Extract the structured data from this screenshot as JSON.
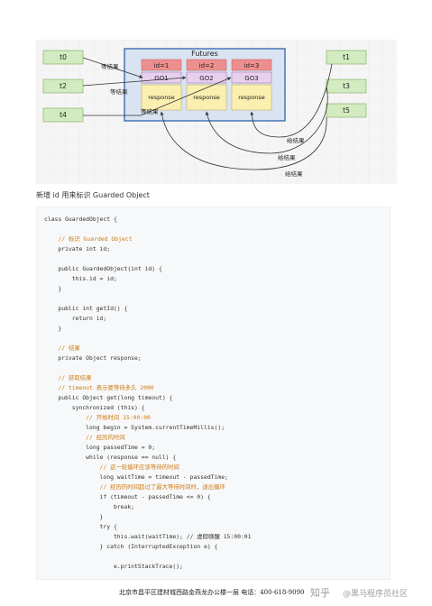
{
  "diagram": {
    "title": "Futures",
    "threads_left": [
      "t0",
      "t2",
      "t4"
    ],
    "threads_right": [
      "t1",
      "t3",
      "t5"
    ],
    "ids": [
      "id=1",
      "id=2",
      "id=3"
    ],
    "gos": [
      "GO1",
      "GO2",
      "GO3"
    ],
    "response": "response",
    "wait_label": "等结果",
    "give_label": "给结果"
  },
  "caption": "新增 id 用来标识 Guarded Object",
  "code_lines": [
    "class GuardedObject {",
    "",
    "    // 标识 Guarded Object",
    "    private int id;",
    "",
    "    public GuardedObject(int id) {",
    "        this.id = id;",
    "    }",
    "",
    "    public int getId() {",
    "        return id;",
    "    }",
    "",
    "    // 结果",
    "    private Object response;",
    "",
    "    // 获取结果",
    "    // timeout 表示要等待多久 2000",
    "    public Object get(long timeout) {",
    "        synchronized (this) {",
    "            // 开始时间 15:00:00",
    "            long begin = System.currentTimeMillis();",
    "            // 经历的时间",
    "            long passedTime = 0;",
    "            while (response == null) {",
    "                // 这一轮循环应该等待的时间",
    "                long waitTime = timeout - passedTime;",
    "                // 经历的时间超过了最大等待时间时，退出循环",
    "                if (timeout - passedTime <= 0) {",
    "                    break;",
    "                }",
    "                try {",
    "                    this.wait(waitTime); // 虚假唤醒 15:00:01",
    "                } catch (InterruptedException e) {",
    "",
    "                    e.printStackTrace();"
  ],
  "footer": {
    "address": "北京市昌平区建材城西路金燕龙办公楼一层    电话：400-618-9090",
    "watermark_zhihu": "知乎",
    "watermark_author": "@黑马程序员社区"
  }
}
